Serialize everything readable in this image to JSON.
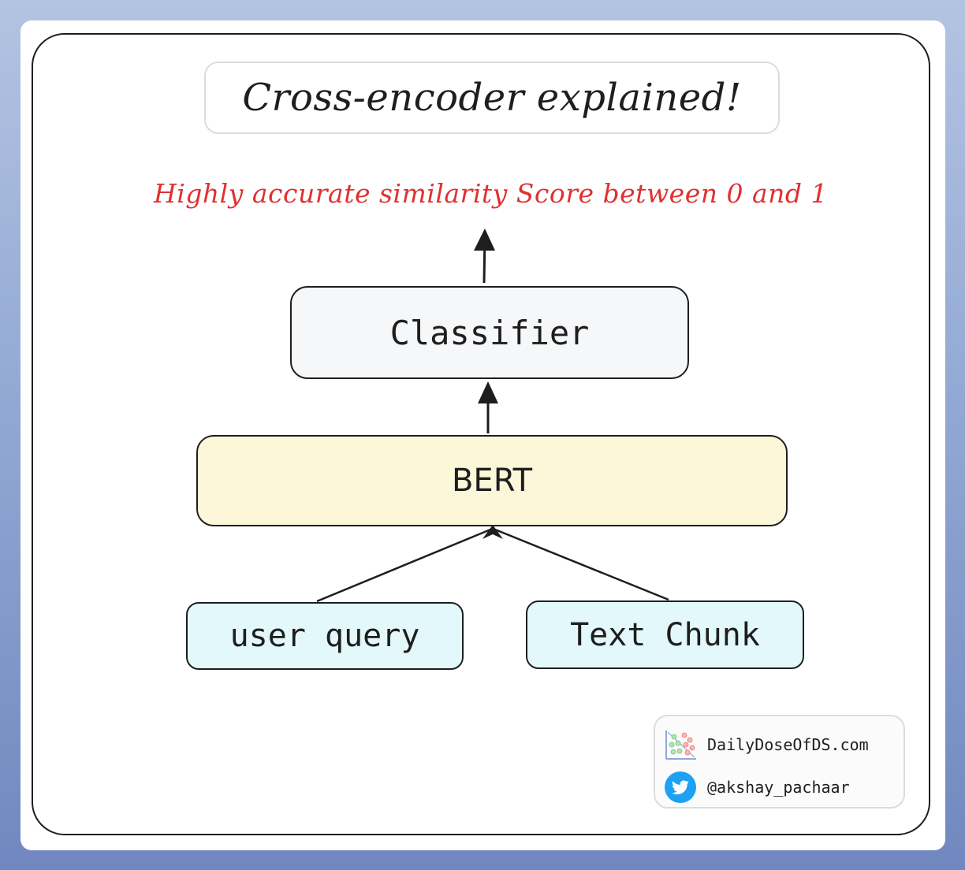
{
  "title": "Cross-encoder explained!",
  "output_label": "Highly accurate similarity Score between 0 and 1",
  "nodes": {
    "classifier": "Classifier",
    "bert": "BERT",
    "user_query": "user query",
    "text_chunk": "Text Chunk"
  },
  "brand": {
    "website": "DailyDoseOfDS.com",
    "twitter_handle": "@akshay_pachaar",
    "site_icon": "scatter-plot-logo-icon",
    "social_icon": "twitter-bird-icon"
  },
  "colors": {
    "output_label": "#e03131",
    "classifier_fill": "#f6f7f9",
    "bert_fill": "#fdf7da",
    "input_fill": "#e3f8fb",
    "stroke": "#1e1e1e",
    "twitter_blue": "#1da1f2"
  }
}
